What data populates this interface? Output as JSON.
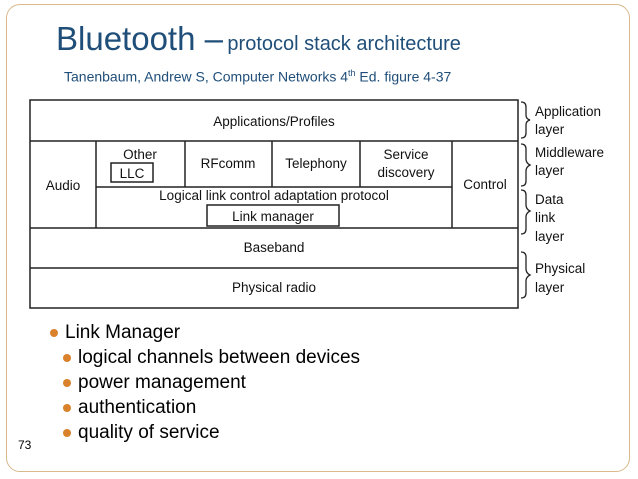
{
  "slide": {
    "title_main": "Bluetooth –",
    "title_sub": "protocol stack architecture",
    "citation_prefix": "Tanenbaum, Andrew S, Computer Networks 4",
    "citation_sup": "th",
    "citation_suffix": " Ed. figure 4-37",
    "page_number": "73",
    "accent_color": "#d9822b",
    "title_color": "#1f4e79"
  },
  "diagram": {
    "applications": "Applications/Profiles",
    "audio": "Audio",
    "other_llc_top": "Other",
    "llc": "LLC",
    "rfcomm": "RFcomm",
    "telephony": "Telephony",
    "service_line1": "Service",
    "service_line2": "discovery",
    "control": "Control",
    "l2cap": "Logical link control adaptation protocol",
    "link_manager": "Link manager",
    "baseband": "Baseband",
    "physical_radio": "Physical radio",
    "layers": {
      "application": [
        "Application",
        "layer"
      ],
      "middleware": [
        "Middleware",
        "layer"
      ],
      "datalink": [
        "Data",
        "link",
        "layer"
      ],
      "physical": [
        "Physical",
        "layer"
      ]
    }
  },
  "bullets": {
    "main": "Link Manager",
    "items": [
      "logical channels between devices",
      "power management",
      "authentication",
      "quality of service"
    ]
  }
}
